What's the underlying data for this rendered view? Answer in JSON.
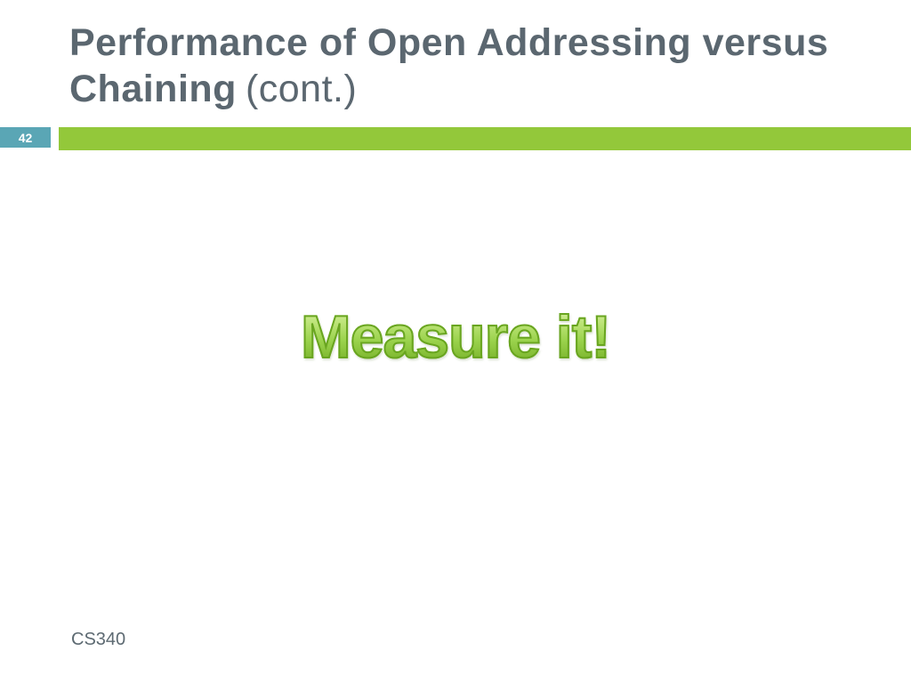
{
  "slide": {
    "title": {
      "line1": "Performance of Open Addressing versus",
      "line2_bold": "Chaining",
      "line2_suffix": "(cont.)"
    },
    "page_number": "42",
    "wordart_text": "Measure it!",
    "footer_text": "CS340",
    "colors": {
      "title_text": "#5b6770",
      "page_badge_bg": "#5aa6b5",
      "accent_bar_bg": "#93c83a",
      "wordart_green": "#8cc63f",
      "footer_text_color": "#5d6a72"
    }
  }
}
